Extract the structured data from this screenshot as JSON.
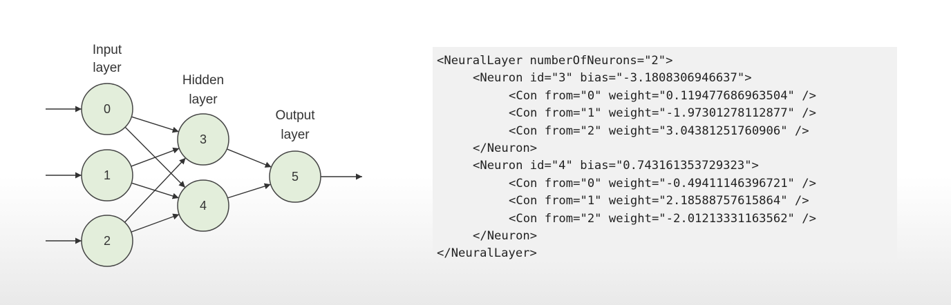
{
  "diagram": {
    "layers": [
      {
        "label_lines": [
          "Input",
          "layer"
        ]
      },
      {
        "label_lines": [
          "Hidden",
          "layer"
        ]
      },
      {
        "label_lines": [
          "Output",
          "layer"
        ]
      }
    ],
    "nodes": [
      {
        "id": "0",
        "layer": 0
      },
      {
        "id": "1",
        "layer": 0
      },
      {
        "id": "2",
        "layer": 0
      },
      {
        "id": "3",
        "layer": 1
      },
      {
        "id": "4",
        "layer": 1
      },
      {
        "id": "5",
        "layer": 2
      }
    ],
    "edges": [
      [
        "0",
        "3"
      ],
      [
        "0",
        "4"
      ],
      [
        "1",
        "3"
      ],
      [
        "1",
        "4"
      ],
      [
        "2",
        "3"
      ],
      [
        "2",
        "4"
      ],
      [
        "3",
        "5"
      ],
      [
        "4",
        "5"
      ]
    ],
    "inputs": [
      "0",
      "1",
      "2"
    ],
    "outputs": [
      "5"
    ],
    "colors": {
      "node_fill": "#e3eedb",
      "node_stroke": "#444444",
      "edge": "#333333",
      "text": "#333333"
    }
  },
  "code": {
    "lines": [
      {
        "indent": 0,
        "text": "<NeuralLayer numberOfNeurons=\"2\">"
      },
      {
        "indent": 1,
        "text": "<Neuron id=\"3\" bias=\"-3.1808306946637\">"
      },
      {
        "indent": 2,
        "text": "<Con from=\"0\" weight=\"0.119477686963504\" />"
      },
      {
        "indent": 2,
        "text": "<Con from=\"1\" weight=\"-1.97301278112877\" />"
      },
      {
        "indent": 2,
        "text": "<Con from=\"2\" weight=\"3.04381251760906\" />"
      },
      {
        "indent": 1,
        "text": "</Neuron>"
      },
      {
        "indent": 1,
        "text": "<Neuron id=\"4\" bias=\"0.743161353729323\">"
      },
      {
        "indent": 2,
        "text": "<Con from=\"0\" weight=\"-0.49411146396721\" />"
      },
      {
        "indent": 2,
        "text": "<Con from=\"1\" weight=\"2.18588757615864\" />"
      },
      {
        "indent": 2,
        "text": "<Con from=\"2\" weight=\"-2.01213331163562\" />"
      },
      {
        "indent": 1,
        "text": "</Neuron>"
      },
      {
        "indent": 0,
        "text": "</NeuralLayer>"
      }
    ]
  }
}
